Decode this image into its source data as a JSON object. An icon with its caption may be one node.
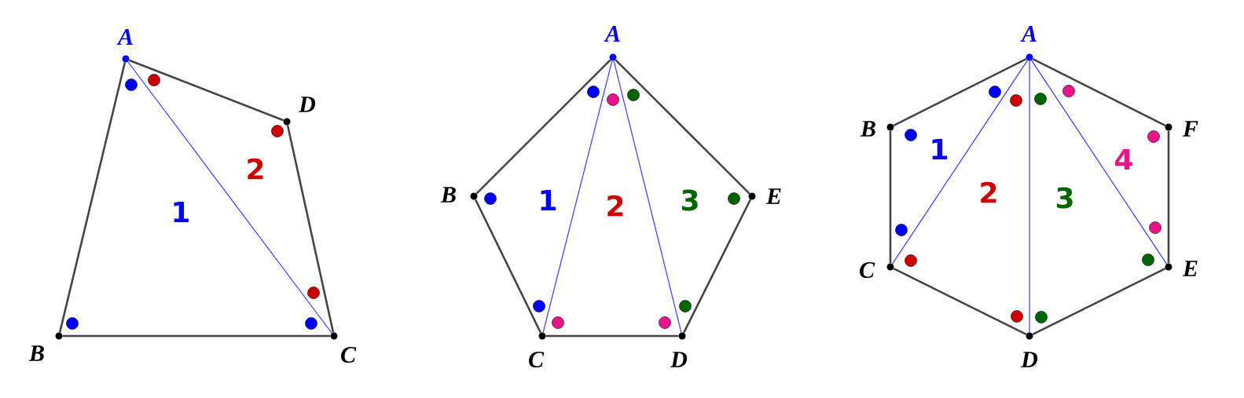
{
  "diagram": {
    "nodes": [
      {
        "text": [
          "A"
        ]
      },
      {
        "text": [
          "B"
        ]
      },
      {
        "text": [
          "C"
        ]
      },
      {
        "text": [
          "D"
        ]
      },
      {
        "text": [
          "A"
        ]
      },
      {
        "text": [
          "B"
        ]
      },
      {
        "text": [
          "C"
        ]
      },
      {
        "text": [
          "D"
        ]
      },
      {
        "text": [
          "E"
        ]
      },
      {
        "text": [
          "A"
        ]
      },
      {
        "text": [
          "B"
        ]
      },
      {
        "text": [
          "C"
        ]
      },
      {
        "text": [
          "D"
        ]
      },
      {
        "text": [
          "E"
        ]
      },
      {
        "text": [
          "F"
        ]
      }
    ],
    "edges": [
      {
        "from": 0,
        "to": 1,
        "arrow": "none"
      },
      {
        "from": 1,
        "to": 2,
        "arrow": "none"
      },
      {
        "from": 2,
        "to": 3,
        "arrow": "none"
      },
      {
        "from": 3,
        "to": 0,
        "arrow": "none"
      },
      {
        "from": 0,
        "to": 2,
        "arrow": "none",
        "color": "#3a3aff"
      },
      {
        "from": 4,
        "to": 5,
        "arrow": "none"
      },
      {
        "from": 5,
        "to": 6,
        "arrow": "none"
      },
      {
        "from": 6,
        "to": 7,
        "arrow": "none"
      },
      {
        "from": 7,
        "to": 8,
        "arrow": "none"
      },
      {
        "from": 8,
        "to": 4,
        "arrow": "none"
      },
      {
        "from": 4,
        "to": 6,
        "arrow": "none",
        "color": "#3a3aff"
      },
      {
        "from": 4,
        "to": 7,
        "arrow": "none",
        "color": "#3a3aff"
      },
      {
        "from": 9,
        "to": 10,
        "arrow": "none"
      },
      {
        "from": 10,
        "to": 11,
        "arrow": "none"
      },
      {
        "from": 11,
        "to": 12,
        "arrow": "none"
      },
      {
        "from": 12,
        "to": 13,
        "arrow": "none"
      },
      {
        "from": 13,
        "to": 14,
        "arrow": "none"
      },
      {
        "from": 14,
        "to": 9,
        "arrow": "none"
      },
      {
        "from": 9,
        "to": 11,
        "arrow": "none",
        "color": "#3a3aff"
      },
      {
        "from": 9,
        "to": 12,
        "arrow": "none",
        "color": "#3a3aff"
      },
      {
        "from": 9,
        "to": 13,
        "arrow": "none",
        "color": "#3a3aff"
      }
    ],
    "labels": [
      "2",
      "1",
      "1",
      "2",
      "3",
      "1",
      "4",
      "2",
      "3"
    ]
  }
}
